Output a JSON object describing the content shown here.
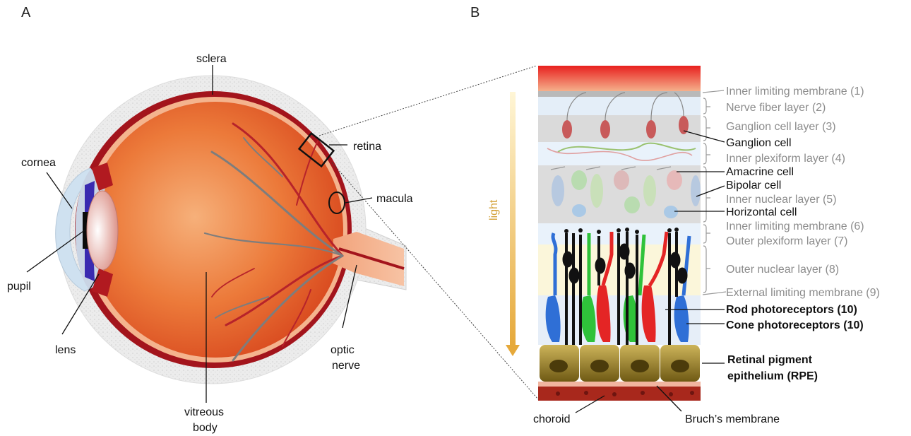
{
  "panels": {
    "a": "A",
    "b": "B"
  },
  "eye_labels": {
    "sclera": "sclera",
    "retina": "retina",
    "cornea": "cornea",
    "macula": "macula",
    "pupil": "pupil",
    "lens": "lens",
    "optic_nerve_1": "optic",
    "optic_nerve_2": "nerve",
    "vitreous_1": "vitreous",
    "vitreous_2": "body"
  },
  "retina_labels": {
    "light": "light",
    "ilm1": "Inner limiting membrane (1)",
    "nfl": "Nerve fiber layer (2)",
    "gcl": "Ganglion cell layer (3)",
    "ganglion": "Ganglion cell",
    "ipl": "Inner plexiform layer (4)",
    "amacrine": "Amacrine cell",
    "bipolar": "Bipolar cell",
    "inl": "Inner nuclear layer (5)",
    "horizontal": "Horizontal cell",
    "ilm6": "Inner limiting membrane (6)",
    "opl": "Outer plexiform layer (7)",
    "onl": "Outer nuclear layer (8)",
    "elm": "External limiting membrane (9)",
    "rod": "Rod photoreceptors (10)",
    "cone": "Cone photoreceptors (10)",
    "rpe1": "Retinal pigment",
    "rpe2": "epithelium (RPE)",
    "choroid": "choroid",
    "bruch": "Bruch’s membrane"
  },
  "colors": {
    "sclera": "#e6e6e6",
    "eye_red": "#a3141c",
    "eye_orange": "#e8632a",
    "retina_peach": "#f4b48e",
    "rod_black": "#111111",
    "cone_blue": "#2f6fd6",
    "cone_green": "#2fc23a",
    "cone_red": "#e42525",
    "rpe": "#8c7420",
    "choroid": "#a8281c",
    "light_arrow": "#e8c04a"
  }
}
